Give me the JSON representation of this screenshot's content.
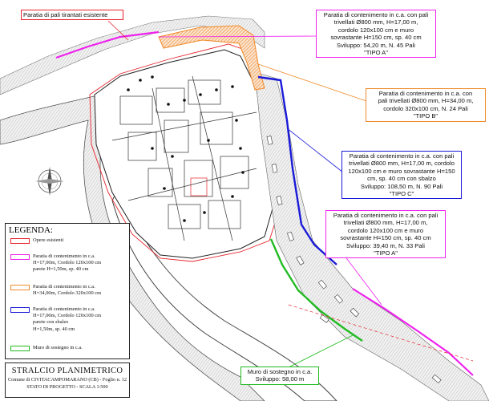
{
  "labels": {
    "existing_wall": "Paratia di pali tirantati esistente",
    "muro_sostegno": {
      "lines": [
        "Muro di sostegno in c.a.",
        "Sviluppo: 58,00 m"
      ]
    }
  },
  "callouts": {
    "tipo_a_top": {
      "lines": [
        "Paratia di contenimento in c.a. con pali",
        "trivellati Ø800 mm, H=17,00 m,",
        "cordolo 120x100 cm e muro",
        "sovrastante H=150 cm, sp. 40 cm",
        "Sviluppo: 54,20 m, N. 45 Pali",
        "\"TIPO A\""
      ]
    },
    "tipo_b": {
      "lines": [
        "Paratia di contenimento in c.a. con",
        "pali trivellati Ø800 mm, H=34,00 m,",
        "cordolo 320x100 cm, N. 24 Pali",
        "\"TIPO B\""
      ]
    },
    "tipo_c": {
      "lines": [
        "Paratia di contenimento in c.a. con pali",
        "trivellati Ø800 mm, H=17,00 m, cordolo",
        "120x100 cm e muro sovrastante H=150",
        "cm, sp. 40 cm con sbalzo",
        "Sviluppo: 108,50 m, N. 90 Pali",
        "\"TIPO C\""
      ]
    },
    "tipo_a_bottom": {
      "lines": [
        "Paratia di contenimento in c.a. con pali",
        "trivellati Ø800 mm, H=17,00 m,",
        "cordolo 120x100 cm e muro",
        "sovrastante H=150 cm, sp. 40 cm",
        "Sviluppo: 39,40 m, N. 33 Pali",
        "\"TIPO A\""
      ]
    }
  },
  "legend": {
    "title": "LEGENDA:",
    "items": [
      {
        "lines": [
          "Opere esistenti"
        ],
        "color": "#e8232b"
      },
      {
        "lines": [
          "Paratia di contenimento in c.a.",
          "H=17,00m, Cordolo 120x100 cm",
          "parete H=1,50m, sp. 40 cm"
        ],
        "color": "#ee22ee"
      },
      {
        "lines": [
          "Paratia di contenimento in c.a.",
          "H=34,00m, Cordolo 320x100 cm"
        ],
        "color": "#f08a2a"
      },
      {
        "lines": [
          "Paratia di contenimento in c.a.",
          "H=17,00m, Cordolo 120x100 cm",
          "parete con sbalzo",
          "H=1,50m, sp. 40 cm"
        ],
        "color": "#1a1ad8"
      },
      {
        "lines": [
          "Muro di sostegno in c.a."
        ],
        "color": "#22bb22"
      }
    ]
  },
  "title_block": {
    "title": "STRALCIO PLANIMETRICO",
    "line1": "Comune di CIVITACAMPOMARANO (CB) - Foglio n. 12",
    "line2": "STATO DI PROGETTO - SCALA 1:500"
  },
  "colors": {
    "existing": "#e8232b",
    "tipo_a": "#ee22ee",
    "tipo_b": "#f08a2a",
    "tipo_c": "#1a1ad8",
    "muro": "#22bb22"
  }
}
